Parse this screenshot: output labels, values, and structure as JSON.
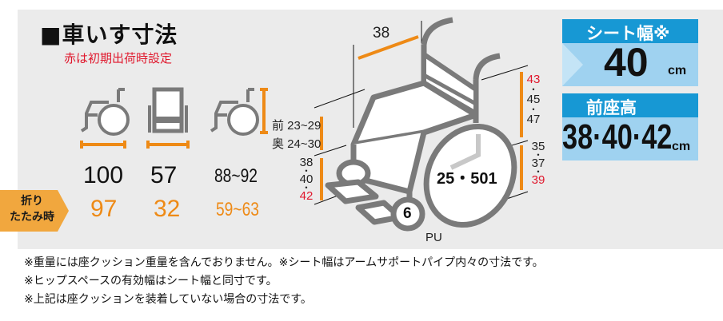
{
  "header": {
    "title": "■車いす寸法",
    "subtitle": "赤は初期出荷時設定"
  },
  "dimensions": {
    "columns": [
      {
        "name": "length",
        "icon": "wheelchair-side-length-icon",
        "value": "100",
        "folded": "97"
      },
      {
        "name": "width",
        "icon": "wheelchair-front-width-icon",
        "value": "57",
        "folded": "32"
      },
      {
        "name": "height",
        "icon": "wheelchair-side-height-icon",
        "value": "88~92",
        "folded": "59~63"
      }
    ],
    "folded_label_line1": "折り",
    "folded_label_line2": "たたみ時"
  },
  "diagram": {
    "seat_depth": "38",
    "footrest_front": "前 23~29",
    "footrest_back": "奥 24~30",
    "front_seat_heights": [
      "38",
      "40",
      "42"
    ],
    "front_seat_default_index": 2,
    "armrest_heights": [
      "43",
      "45",
      "47"
    ],
    "armrest_default_index": 0,
    "rear_seat_heights": [
      "35",
      "37",
      "39"
    ],
    "rear_seat_default_index": 2,
    "rear_wheel": "25・501",
    "caster": "6",
    "caster_material": "PU"
  },
  "spec_boxes": [
    {
      "label": "シート幅※",
      "value": "40",
      "unit": "cm"
    },
    {
      "label": "前座高",
      "value": "38·40·42",
      "unit": "cm"
    }
  ],
  "notes": [
    "※重量には座クッション重量を含んでおりません。※シート幅はアームサポートパイプ内々の寸法です。",
    "※ヒップスペースの有効幅はシート幅と同寸です。",
    "※上記は座クッションを装着していない場合の寸法です。"
  ],
  "colors": {
    "accent_orange": "#ee8a16",
    "default_red": "#e0182d",
    "box_blue_dark": "#1798d4",
    "box_blue_light": "#9fd2f0",
    "panel_gray": "#ebebeb",
    "frame_gray": "#7a7a7a"
  }
}
